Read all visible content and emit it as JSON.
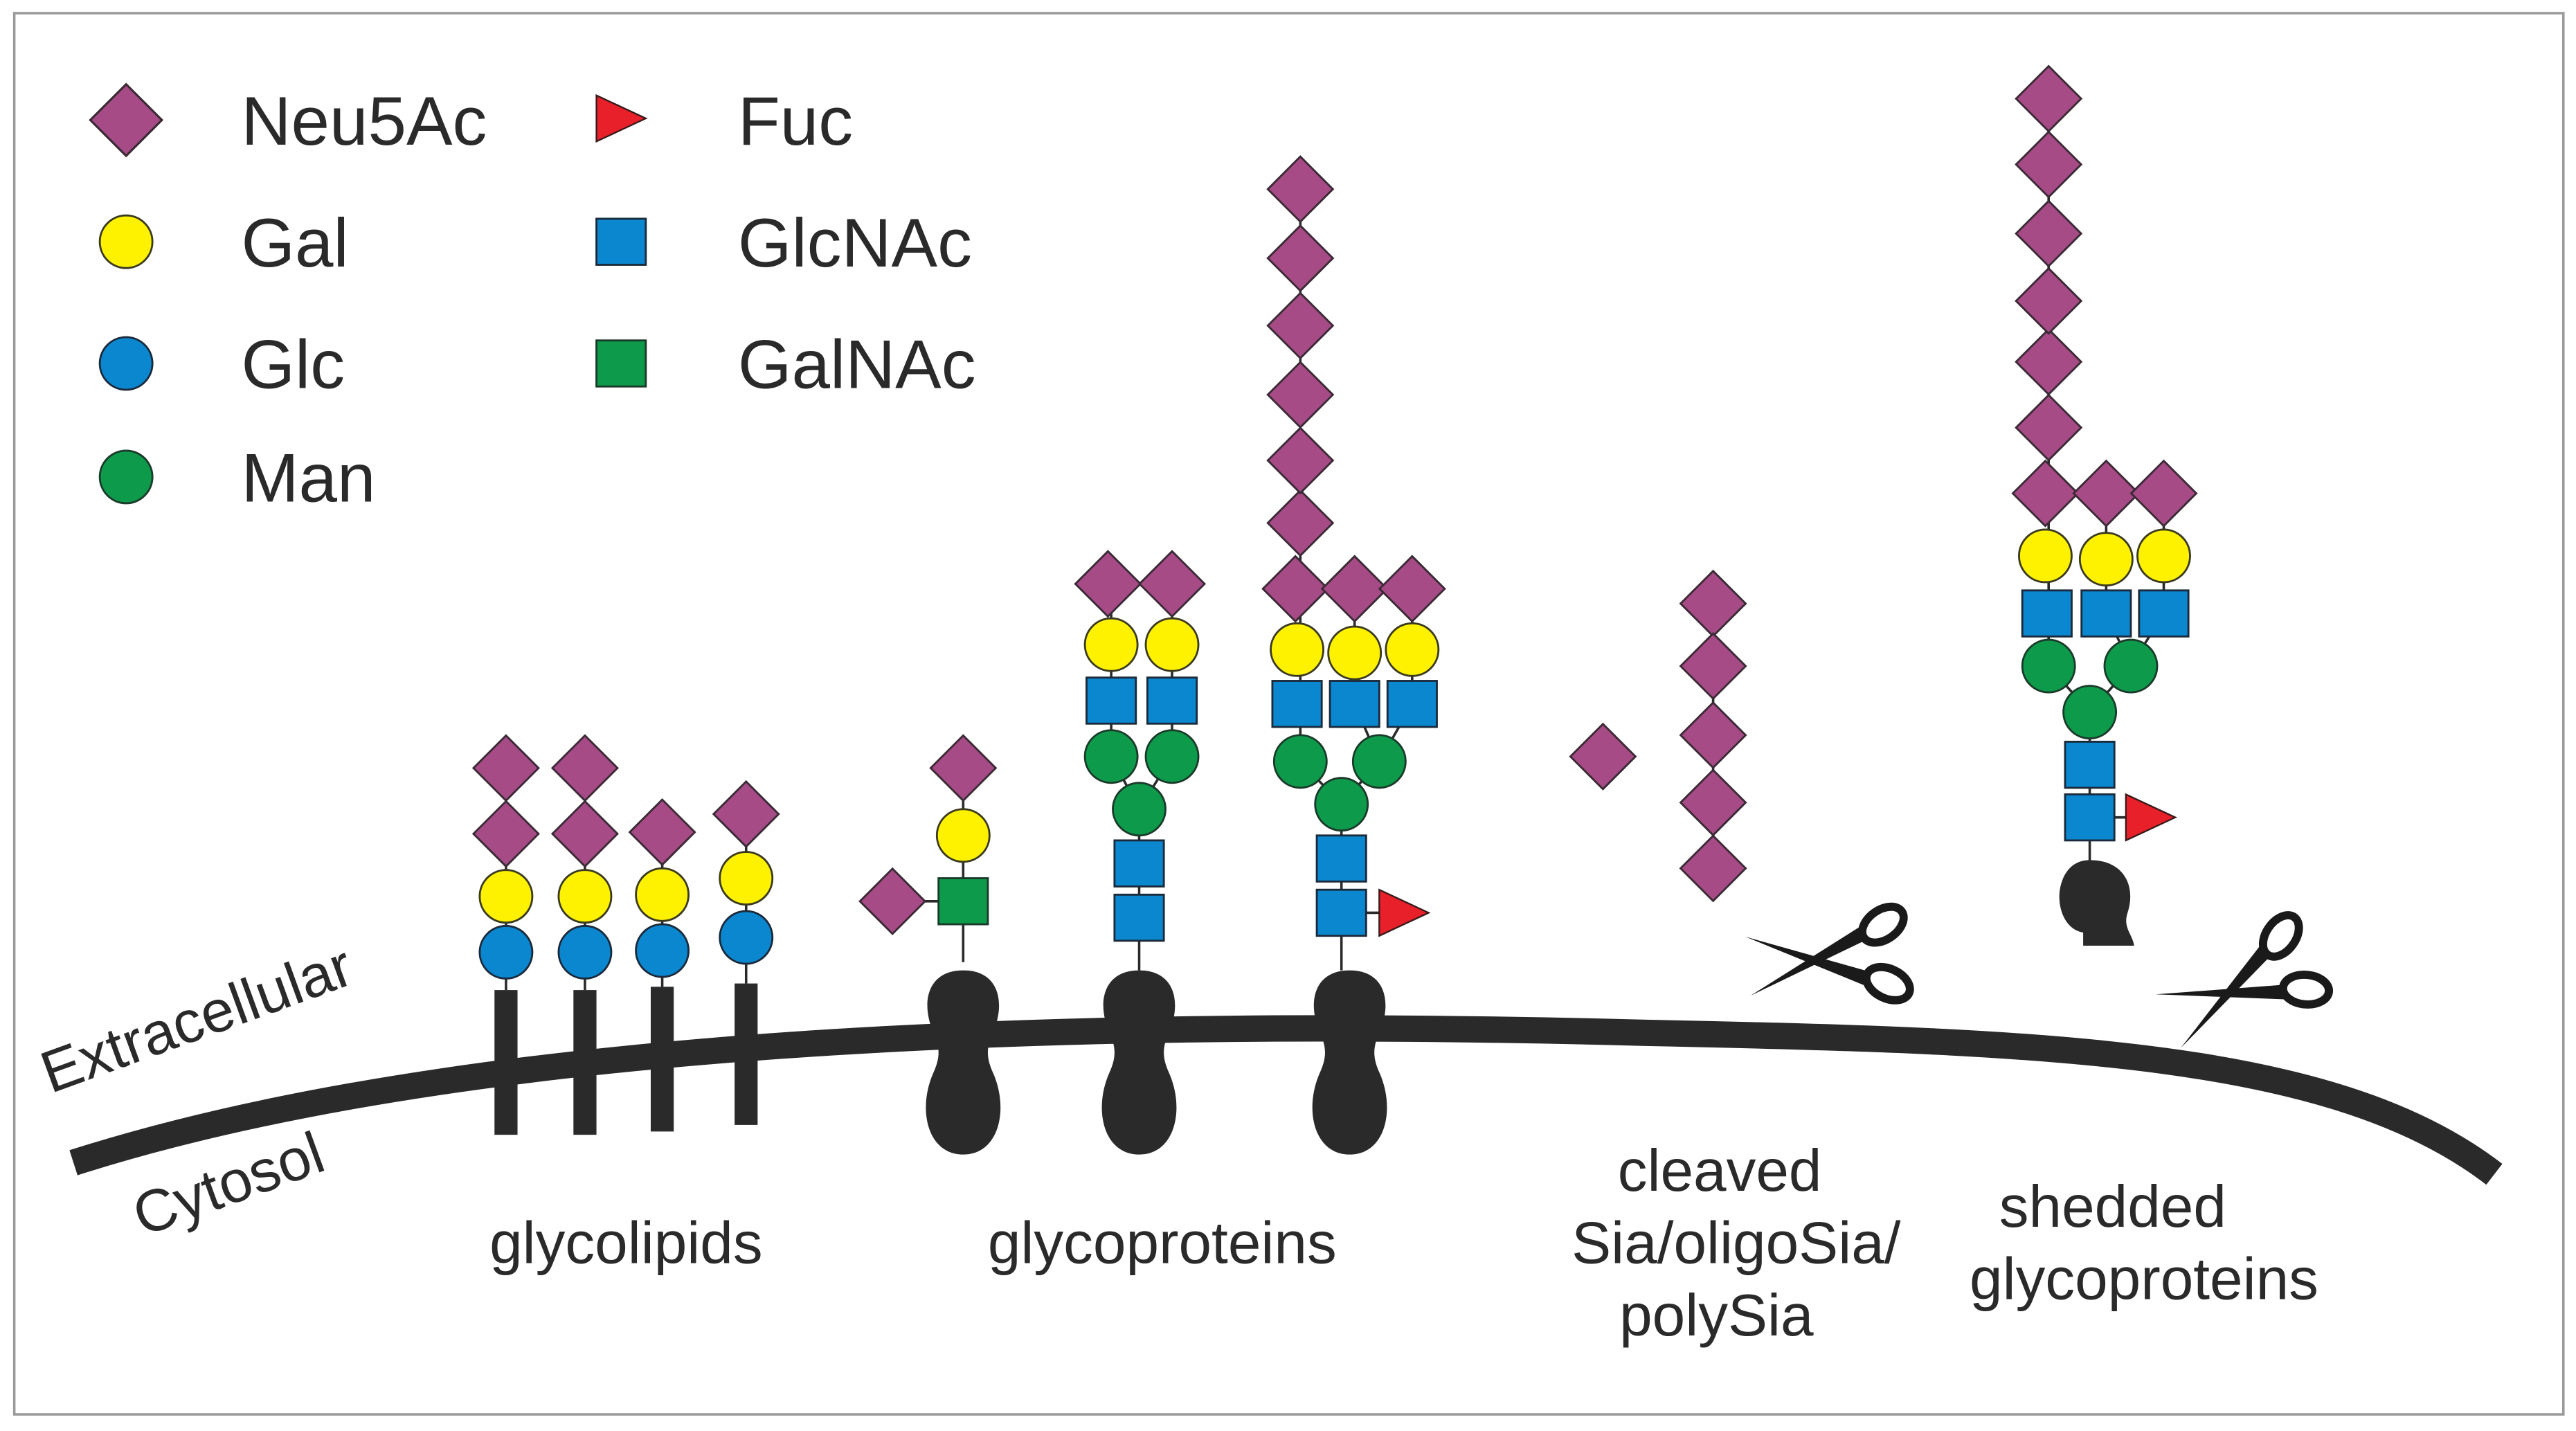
{
  "legend": [
    {
      "shape": "diamond",
      "color": "#a64b86",
      "label": "Neu5Ac"
    },
    {
      "shape": "circle",
      "color": "#fff200",
      "label": "Gal"
    },
    {
      "shape": "circle",
      "color": "#0b87d0",
      "label": "Glc"
    },
    {
      "shape": "circle",
      "color": "#0d9a4a",
      "label": "Man"
    },
    {
      "shape": "triangle",
      "color": "#e8202a",
      "label": "Fuc"
    },
    {
      "shape": "square",
      "color": "#0b87d0",
      "label": "GlcNAc"
    },
    {
      "shape": "square",
      "color": "#0d9a4a",
      "label": "GalNAc"
    }
  ],
  "membrane": {
    "outside_label": "Extracellular",
    "inside_label": "Cytosol"
  },
  "groups": {
    "glycolipids": "glycolipids",
    "glycoproteins": "glycoproteins",
    "cleaved_line1": "cleaved",
    "cleaved_line2": "Sia/oligoSia/",
    "cleaved_line3": "polySia",
    "shed_line1": "shedded",
    "shed_line2": "glycoproteins"
  },
  "colors": {
    "neu5ac": "#a64b86",
    "gal": "#fff200",
    "glc": "#0b87d0",
    "man": "#0d9a4a",
    "fuc": "#e8202a",
    "glcnac": "#0b87d0",
    "galnac": "#0d9a4a",
    "membrane": "#2a2a2a"
  },
  "icons": [
    "scissors-icon",
    "scissors-icon"
  ]
}
